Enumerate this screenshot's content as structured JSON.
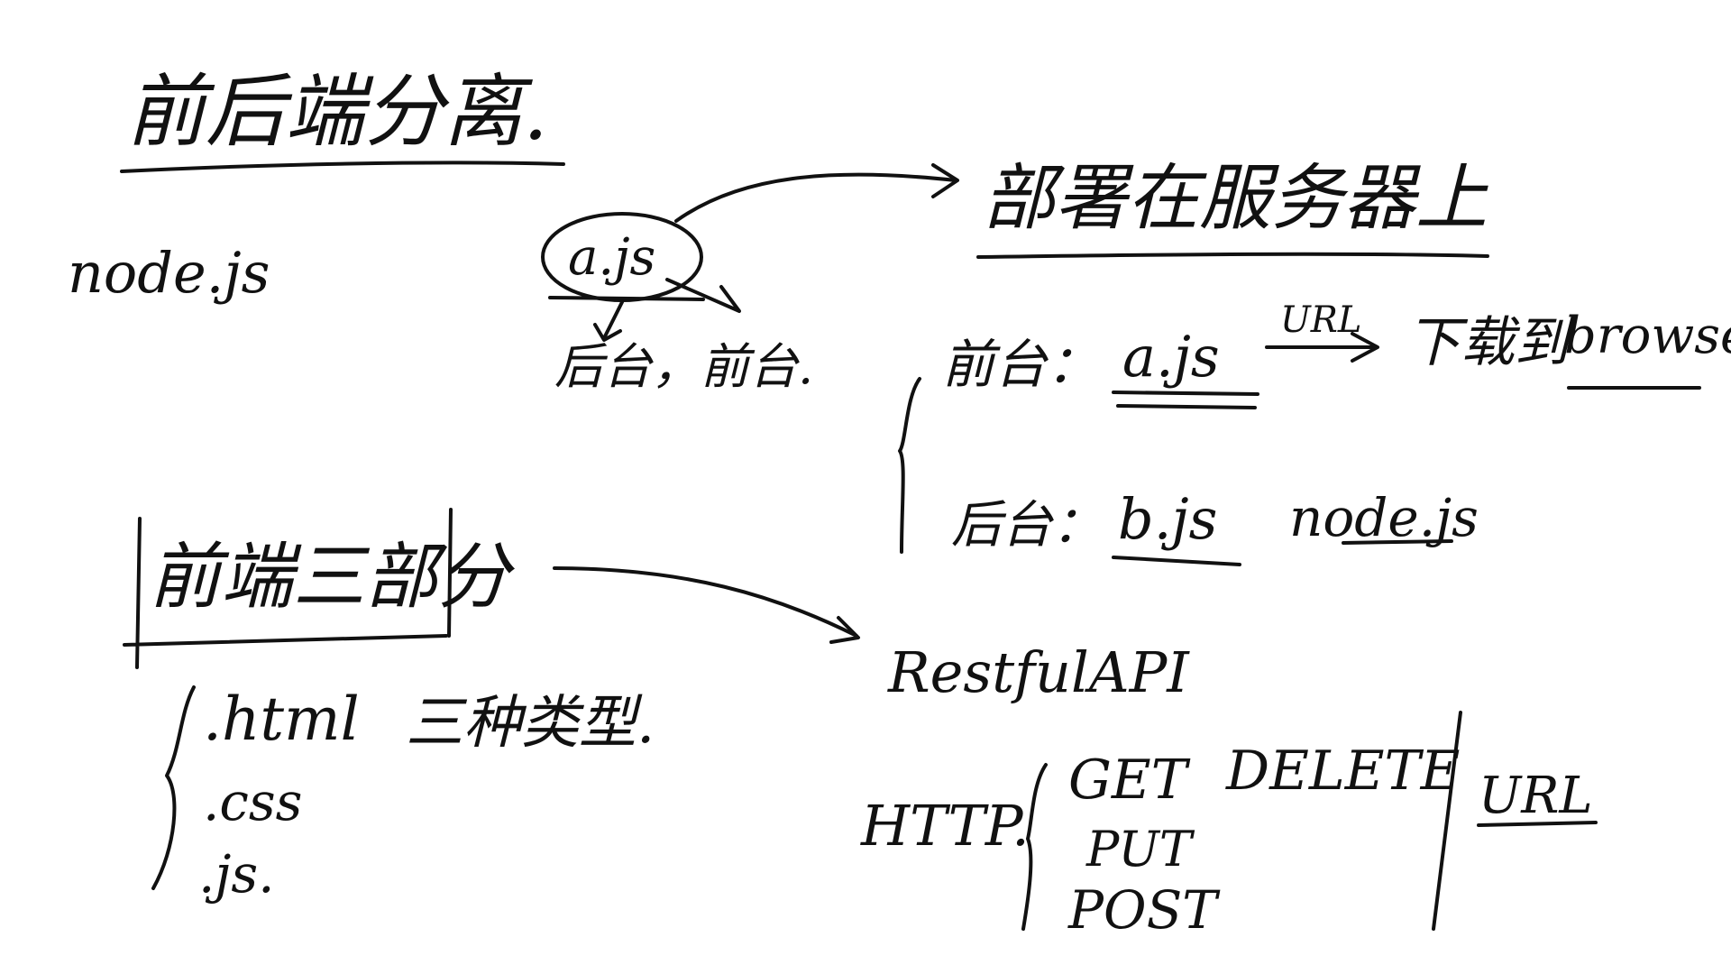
{
  "notes": {
    "title": "前后端分离.",
    "nodejs_left": "node.js",
    "ajs_bubble": "a.js",
    "bubble_caption": "后台，前台.",
    "deploy_heading": "部署在服务器上",
    "front_label": "前台：",
    "front_file": "a.js",
    "url_arrow_label": "URL",
    "download_text": "下载到",
    "browser_text": "browser",
    "back_label": "后台：",
    "back_file": "b.js",
    "back_runtime": "node.js",
    "frontend_box": "前端三部分",
    "html_item": ".html",
    "three_types": "三种类型.",
    "css_item": ".css",
    "js_item": ".js.",
    "restful": "RestfulAPI",
    "http_label": "HTTP.",
    "get": "GET",
    "delete": "DELETE",
    "put": "PUT",
    "post": "POST",
    "url_right": "URL"
  }
}
